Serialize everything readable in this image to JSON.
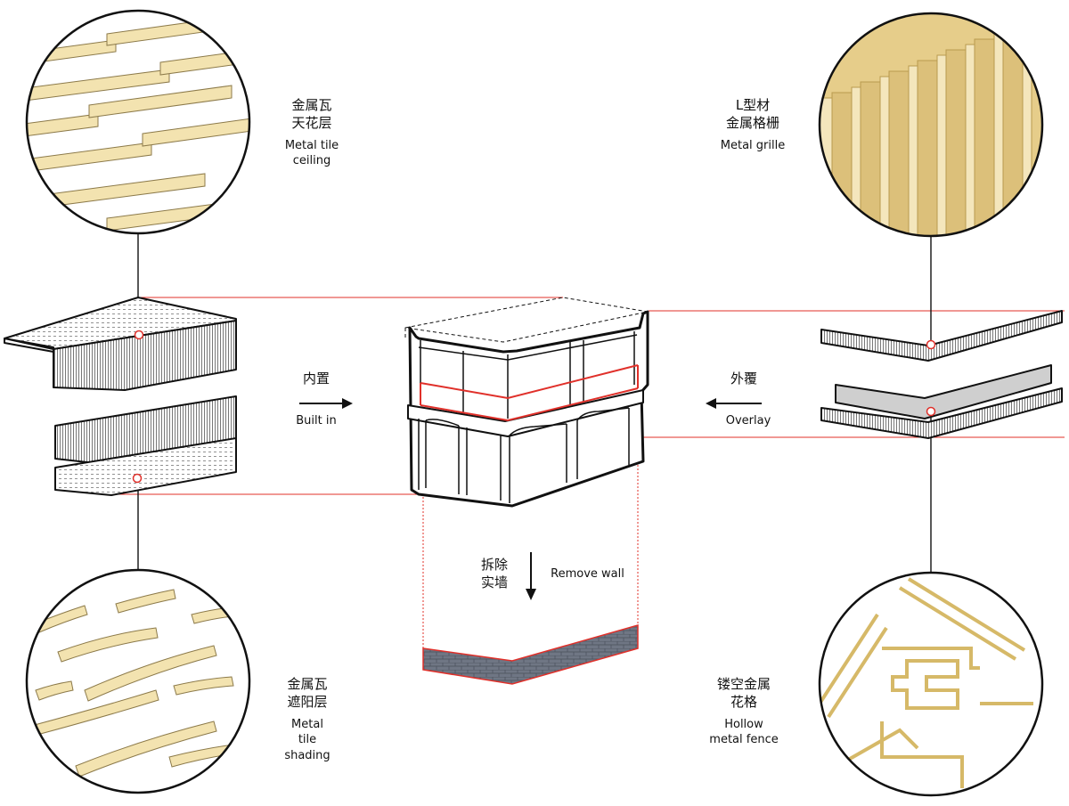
{
  "labels": {
    "metal_tile_ceiling": {
      "zh_line1": "金属瓦",
      "zh_line2": "天花层",
      "en_line1": "Metal tile",
      "en_line2": "ceiling"
    },
    "metal_grille": {
      "zh_line1": "L型材",
      "zh_line2": "金属格栅",
      "en": "Metal grille"
    },
    "metal_tile_shading": {
      "zh_line1": "金属瓦",
      "zh_line2": "遮阳层",
      "en_line1": "Metal",
      "en_line2": "tile",
      "en_line3": "shading"
    },
    "hollow_metal_fence": {
      "zh_line1": "镂空金属",
      "zh_line2": "花格",
      "en_line1": "Hollow",
      "en_line2": "metal fence"
    }
  },
  "actions": {
    "built_in": {
      "zh": "内置",
      "en": "Built in"
    },
    "overlay": {
      "zh": "外覆",
      "en": "Overlay"
    },
    "remove_wall": {
      "zh_line1": "拆除",
      "zh_line2": "实墙",
      "en": "Remove wall"
    }
  },
  "colors": {
    "brass_light": "#f3e3b0",
    "brass_mid": "#e2c67f",
    "brass_dark": "#c9a75a",
    "connector_red": "#e0302a",
    "wall_gray": "#6f7684",
    "panel_gray": "#cfcfcf",
    "line_black": "#111111"
  }
}
